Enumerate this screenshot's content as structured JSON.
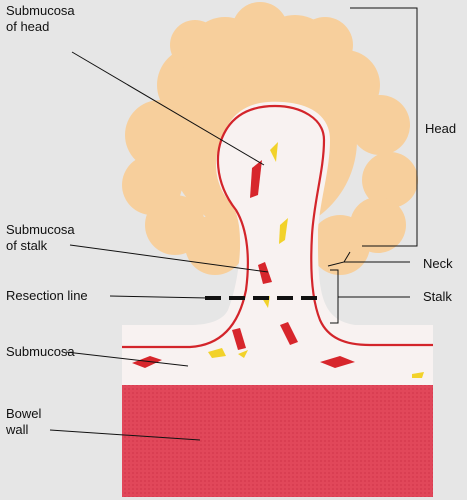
{
  "labels": {
    "submucosa_head_line1": "Submucosa",
    "submucosa_head_line2": "of head",
    "submucosa_stalk_line1": "Submucosa",
    "submucosa_stalk_line2": "of stalk",
    "resection_line": "Resection line",
    "submucosa": "Submucosa",
    "bowel_wall_line1": "Bowel",
    "bowel_wall_line2": "wall",
    "head": "Head",
    "neck": "Neck",
    "stalk": "Stalk"
  },
  "colors": {
    "background": "#e6e6e6",
    "polyp_head": "#f7cf9c",
    "submucosa": "#f8f2f1",
    "mucosa_outline": "#d3252b",
    "bowel_wall": "#e1475a",
    "vessel_red": "#d7262c",
    "vessel_yellow": "#f2d22a",
    "line": "#111111"
  }
}
